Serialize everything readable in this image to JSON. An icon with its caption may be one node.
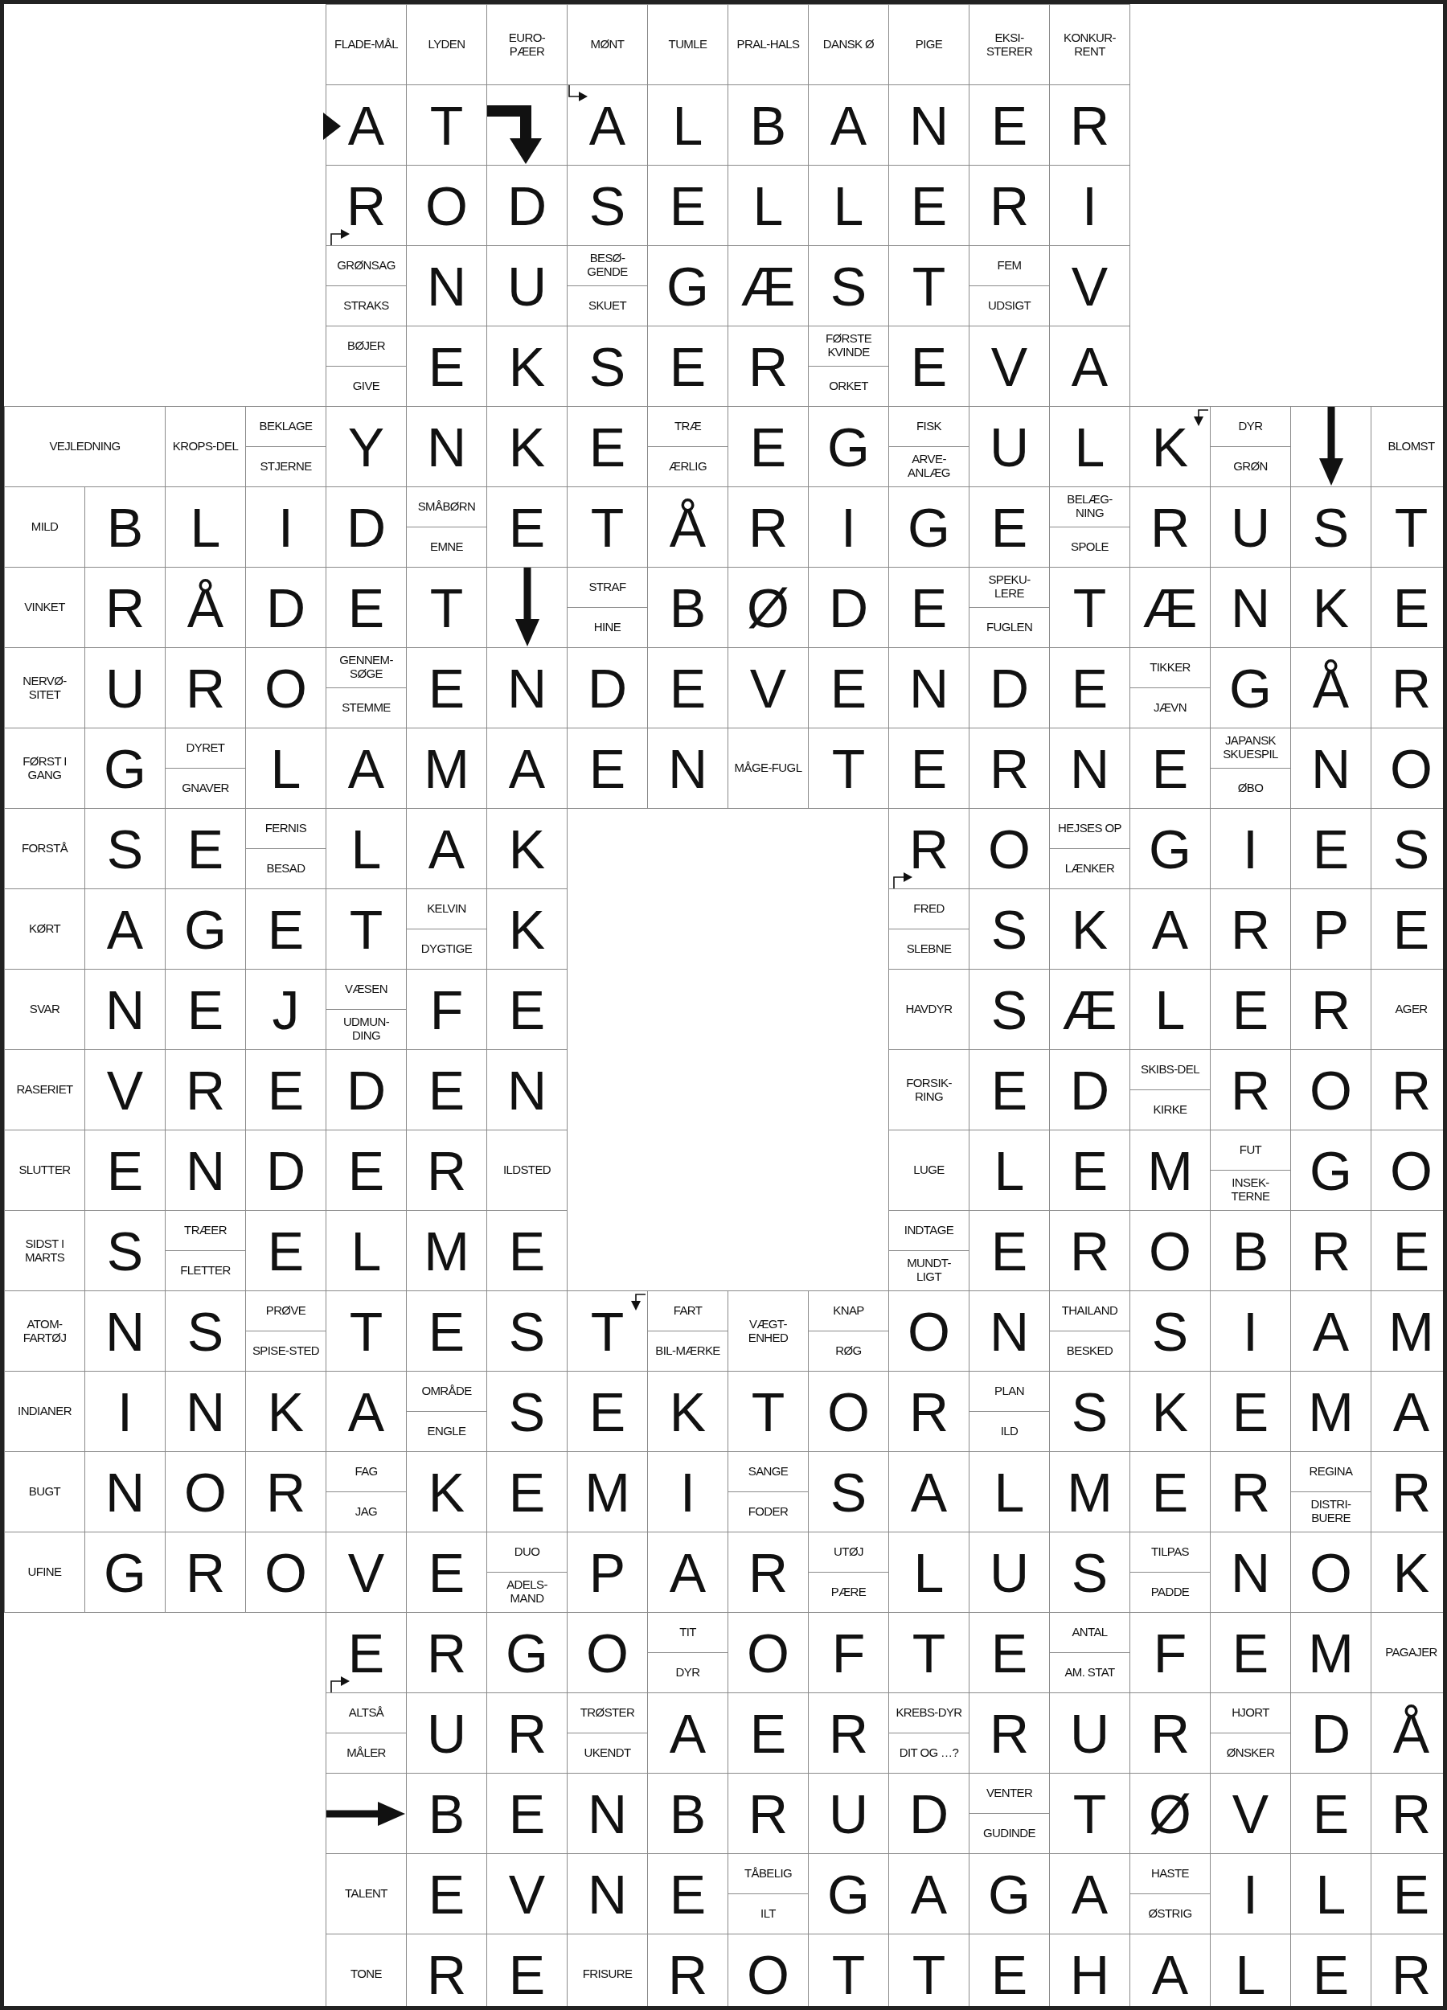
{
  "diagram": {
    "labels": [
      "FLADE-MÅL",
      "LYDEN",
      "EURO-PÆER",
      "MØNT",
      "TUMLE",
      "PRAL-HALS",
      "DANSK Ø",
      "PIGE",
      "EKSI-STERER",
      "KONKUR-RENT",
      "A",
      "T",
      "A",
      "L",
      "B",
      "A",
      "N",
      "E",
      "R",
      "R",
      "O",
      "D",
      "S",
      "E",
      "L",
      "L",
      "E",
      "R",
      "I",
      "GRØNSAG",
      "STRAKS",
      "N",
      "U",
      "BESØ-GENDE",
      "SKUET",
      "G",
      "Æ",
      "S",
      "T",
      "FEM",
      "UDSIGT",
      "V",
      "BØJER",
      "GIVE",
      "E",
      "K",
      "S",
      "E",
      "R",
      "FØRSTE KVINDE",
      "ORKET",
      "E",
      "V",
      "A",
      "VEJLEDNING",
      "KROPS-DEL",
      "BEKLAGE",
      "STJERNE",
      "Y",
      "N",
      "K",
      "E",
      "TRÆ",
      "ÆRLIG",
      "E",
      "G",
      "FISK",
      "ARVE-ANLÆG",
      "U",
      "L",
      "K",
      "DYR",
      "GRØN",
      "BLOMST",
      "MILD",
      "B",
      "L",
      "I",
      "D",
      "SMÅBØRN",
      "EMNE",
      "E",
      "T",
      "Å",
      "R",
      "I",
      "G",
      "E",
      "BELÆG-NING",
      "SPOLE",
      "R",
      "U",
      "S",
      "T",
      "VINKET",
      "R",
      "Å",
      "D",
      "E",
      "T",
      "STRAF",
      "HINE",
      "B",
      "Ø",
      "D",
      "E",
      "SPEKU-LERE",
      "FUGLEN",
      "T",
      "Æ",
      "N",
      "K",
      "E",
      "NERVØ-SITET",
      "U",
      "R",
      "O",
      "GENNEM-SØGE",
      "STEMME",
      "E",
      "N",
      "D",
      "E",
      "V",
      "E",
      "N",
      "D",
      "E",
      "TIKKER",
      "JÆVN",
      "G",
      "Å",
      "R",
      "FØRST I GANG",
      "G",
      "DYRET",
      "GNAVER",
      "L",
      "A",
      "M",
      "A",
      "E",
      "N",
      "MÅGE-FUGL",
      "T",
      "E",
      "R",
      "N",
      "E",
      "JAPANSK SKUESPIL",
      "ØBO",
      "N",
      "O",
      "FORSTÅ",
      "S",
      "E",
      "FERNIS",
      "BESAD",
      "L",
      "A",
      "K",
      "R",
      "O",
      "HEJSES OP",
      "LÆNKER",
      "G",
      "I",
      "E",
      "S",
      "KØRT",
      "A",
      "G",
      "E",
      "T",
      "KELVIN",
      "DYGTIGE",
      "K",
      "FRED",
      "SLEBNE",
      "S",
      "K",
      "A",
      "R",
      "P",
      "E",
      "SVAR",
      "N",
      "E",
      "J",
      "VÆSEN",
      "UDMUN-DING",
      "F",
      "E",
      "HAVDYR",
      "S",
      "Æ",
      "L",
      "E",
      "R",
      "AGER",
      "RASERIET",
      "V",
      "R",
      "E",
      "D",
      "E",
      "N",
      "FORSIK-RING",
      "E",
      "D",
      "SKIBS-DEL",
      "KIRKE",
      "R",
      "O",
      "R",
      "SLUTTER",
      "E",
      "N",
      "D",
      "E",
      "R",
      "ILDSTED",
      "LUGE",
      "L",
      "E",
      "M",
      "FUT",
      "INSEK-TERNE",
      "G",
      "O",
      "SIDST I MARTS",
      "S",
      "TRÆER",
      "FLETTER",
      "E",
      "L",
      "M",
      "E",
      "INDTAGE",
      "MUNDT-LIGT",
      "E",
      "R",
      "O",
      "B",
      "R",
      "E",
      "ATOM-FARTØJ",
      "N",
      "S",
      "PRØVE",
      "SPISE-STED",
      "T",
      "E",
      "S",
      "T",
      "FART",
      "BIL-MÆRKE",
      "VÆGT-ENHED",
      "KNAP",
      "RØG",
      "O",
      "N",
      "THAILAND",
      "BESKED",
      "S",
      "I",
      "A",
      "M",
      "INDIANER",
      "I",
      "N",
      "K",
      "A",
      "OMRÅDE",
      "ENGLE",
      "S",
      "E",
      "K",
      "T",
      "O",
      "R",
      "PLAN",
      "ILD",
      "S",
      "K",
      "E",
      "M",
      "A",
      "BUGT",
      "N",
      "O",
      "R",
      "FAG",
      "JAG",
      "K",
      "E",
      "M",
      "I",
      "SANGE",
      "FODER",
      "S",
      "A",
      "L",
      "M",
      "E",
      "R",
      "REGINA",
      "DISTRI-BUERE",
      "R",
      "UFINE",
      "G",
      "R",
      "O",
      "V",
      "E",
      "DUO",
      "ADELS-MAND",
      "P",
      "A",
      "R",
      "UTØJ",
      "PÆRE",
      "L",
      "U",
      "S",
      "TILPAS",
      "PADDE",
      "N",
      "O",
      "K",
      "E",
      "R",
      "G",
      "O",
      "TIT",
      "DYR",
      "O",
      "F",
      "T",
      "E",
      "ANTAL",
      "AM. STAT",
      "F",
      "E",
      "M",
      "PAGAJER",
      "ALTSÅ",
      "MÅLER",
      "U",
      "R",
      "TRØSTER",
      "UKENDT",
      "A",
      "E",
      "R",
      "KREBS-DYR",
      "DIT OG …?",
      "R",
      "U",
      "R",
      "HJORT",
      "ØNSKER",
      "D",
      "Å",
      "B",
      "E",
      "N",
      "B",
      "R",
      "U",
      "D",
      "VENTER",
      "GUDINDE",
      "T",
      "Ø",
      "V",
      "E",
      "R",
      "TALENT",
      "E",
      "V",
      "N",
      "E",
      "TÅBELIG",
      "ILT",
      "G",
      "A",
      "G",
      "A",
      "HASTE",
      "ØSTRIG",
      "I",
      "L",
      "E",
      "TONE",
      "R",
      "E",
      "FRISURE",
      "R",
      "O",
      "T",
      "T",
      "E",
      "H",
      "A",
      "L",
      "E",
      "R"
    ]
  }
}
